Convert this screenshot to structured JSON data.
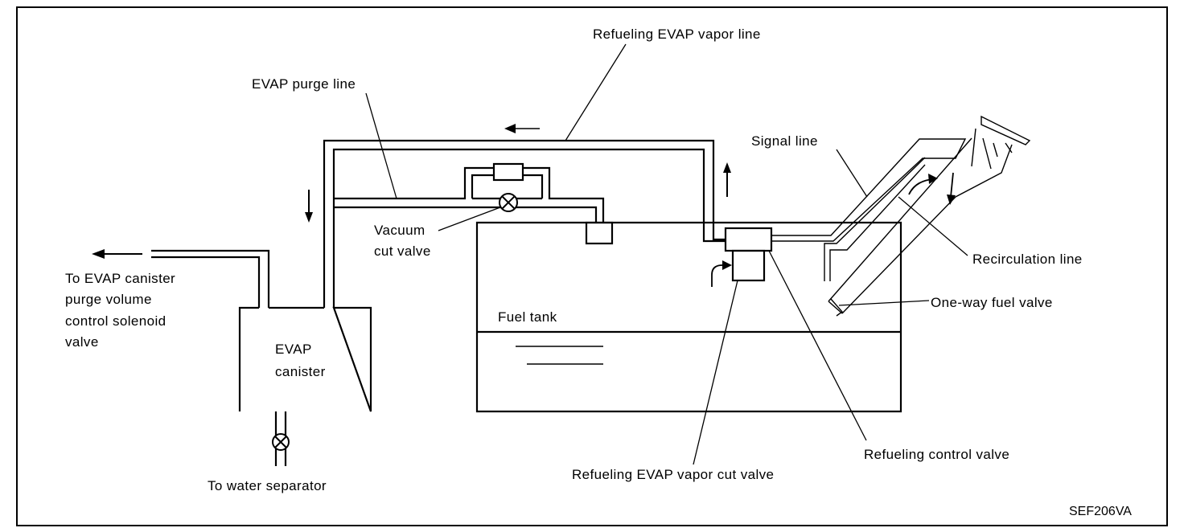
{
  "figure_code": "SEF206VA",
  "labels": {
    "refueling_evap_vapor_line": "Refueling EVAP vapor line",
    "evap_purge_line": "EVAP purge line",
    "signal_line": "Signal line",
    "vacuum_cut_valve_1": "Vacuum",
    "vacuum_cut_valve_2": "cut valve",
    "to_purge_valve_1": "To EVAP canister",
    "to_purge_valve_2": "purge volume",
    "to_purge_valve_3": "control solenoid",
    "to_purge_valve_4": "valve",
    "recirculation_line": "Recirculation line",
    "one_way_fuel_valve": "One-way fuel valve",
    "fuel_tank": "Fuel tank",
    "evap_canister_1": "EVAP",
    "evap_canister_2": "canister",
    "to_water_separator": "To water separator",
    "refueling_control_valve": "Refueling control valve",
    "refueling_evap_vapor_cut_valve": "Refueling EVAP vapor cut valve"
  },
  "flow_arrows": [
    {
      "location": "refueling-vapor-line-top",
      "direction": "left"
    },
    {
      "location": "left-vertical-line",
      "direction": "down"
    },
    {
      "location": "right-vertical-line",
      "direction": "up"
    },
    {
      "location": "purge-outlet",
      "direction": "left"
    },
    {
      "location": "filler-neck-curved",
      "direction": "right"
    },
    {
      "location": "filler-neck-down",
      "direction": "down"
    },
    {
      "location": "vapor-cut-valve-inlet",
      "direction": "right"
    }
  ]
}
